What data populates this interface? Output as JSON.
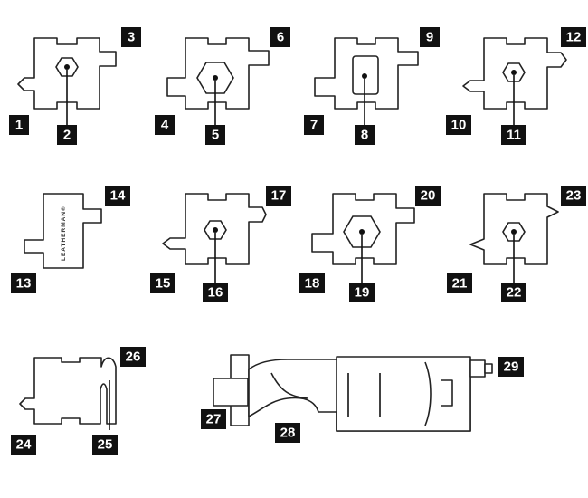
{
  "brand_mark": "LEATHERMAN®",
  "labels": [
    "1",
    "2",
    "3",
    "4",
    "5",
    "6",
    "7",
    "8",
    "9",
    "10",
    "11",
    "12",
    "13",
    "14",
    "15",
    "16",
    "17",
    "18",
    "19",
    "20",
    "21",
    "22",
    "23",
    "24",
    "25",
    "26",
    "27",
    "28",
    "29"
  ]
}
